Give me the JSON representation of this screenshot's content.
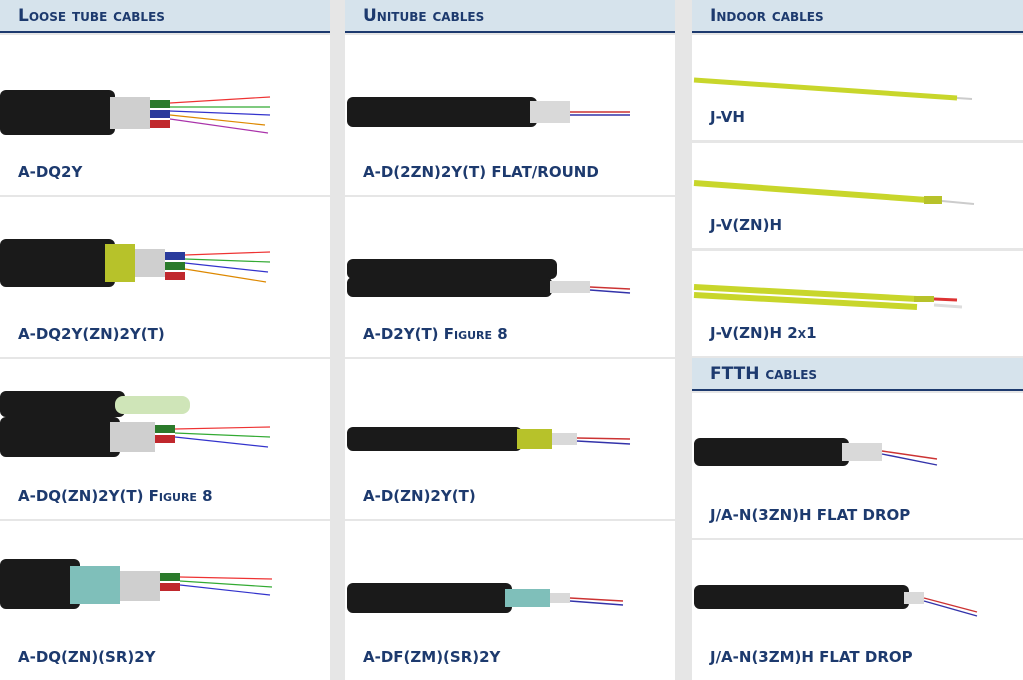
{
  "columns": [
    {
      "title": "Loose tube cables",
      "items": [
        "A-DQ2Y",
        "A-DQ2Y(ZN)2Y(T)",
        "A-DQ(ZN)2Y(T) Figure 8",
        "A-DQ(ZN)(SR)2Y"
      ]
    },
    {
      "title": "Unitube cables",
      "items": [
        "A-D(2ZN)2Y(T) FLAT/ROUND",
        "A-D2Y(T) Figure 8",
        "A-D(ZN)2Y(T)",
        "A-DF(ZM)(SR)2Y"
      ]
    },
    {
      "title": "Indoor cables",
      "items": [
        "J-VH",
        "J-V(ZN)H",
        "J-V(ZN)H 2x1"
      ]
    },
    {
      "title": "FTTH cables",
      "items": [
        "J/A-N(3ZN)H FLAT DROP",
        "J/A-N(3ZM)H FLAT DROP"
      ]
    }
  ],
  "colors": {
    "header_bg": "#d6e3ec",
    "header_text": "#1d3a6e",
    "cable_black": "#1a1a1a",
    "indoor_yellow": "#c8d62b"
  }
}
